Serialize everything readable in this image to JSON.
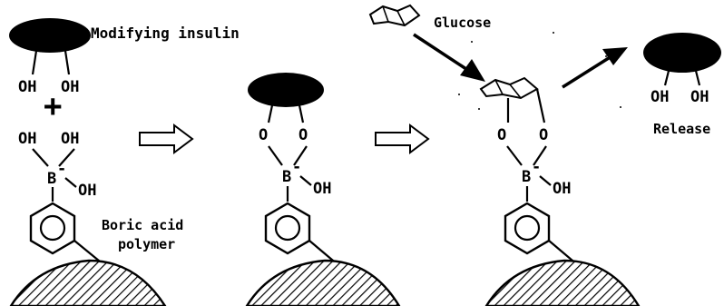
{
  "labels": {
    "modifying_insulin": "Modifying insulin",
    "glucose": "Glucose",
    "release": "Release",
    "boric_acid_line1": "Boric acid",
    "boric_acid_line2": "polymer",
    "plus": "+"
  },
  "chem": {
    "oh": "OH",
    "o": "O",
    "b": "B",
    "b_minus": "-"
  }
}
